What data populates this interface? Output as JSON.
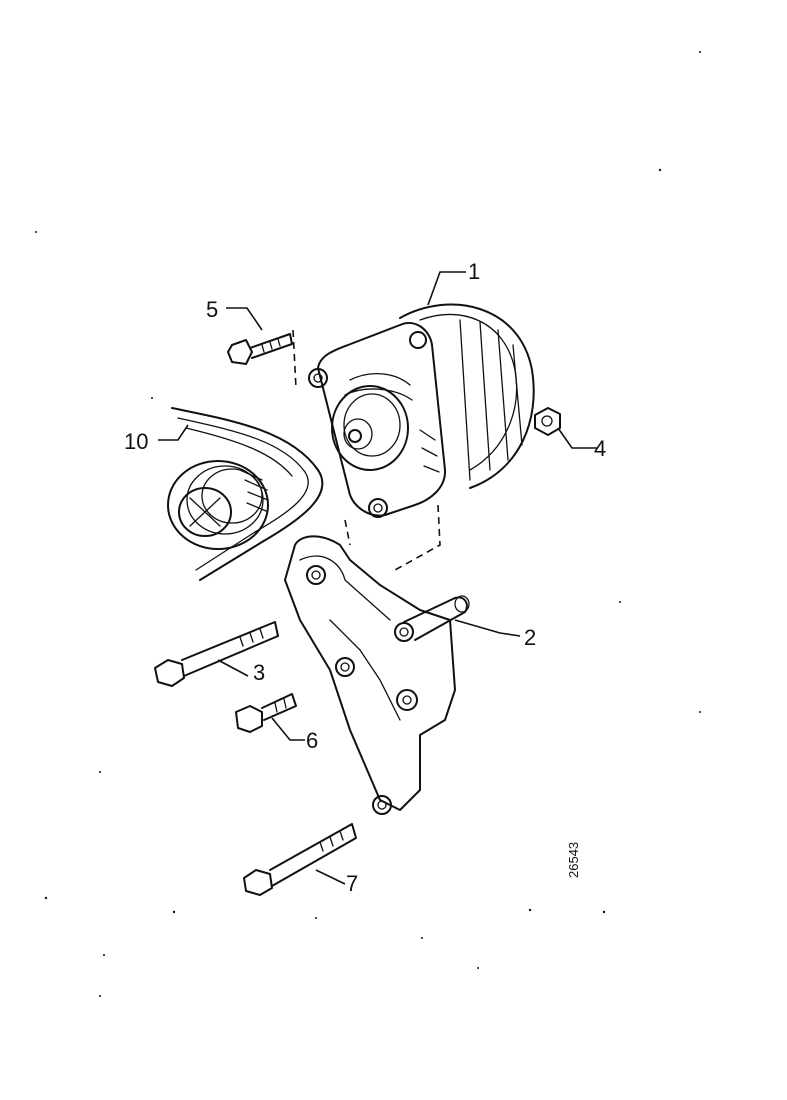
{
  "diagram": {
    "callouts": [
      {
        "id": "alternator",
        "label": "1"
      },
      {
        "id": "mounting-bracket",
        "label": "2"
      },
      {
        "id": "long-bolt",
        "label": "3"
      },
      {
        "id": "nut",
        "label": "4"
      },
      {
        "id": "alternator-bolt",
        "label": "5"
      },
      {
        "id": "bracket-bolt",
        "label": "6"
      },
      {
        "id": "lower-bolt",
        "label": "7"
      },
      {
        "id": "drive-belt",
        "label": "10"
      }
    ],
    "reference_number": "26543"
  }
}
